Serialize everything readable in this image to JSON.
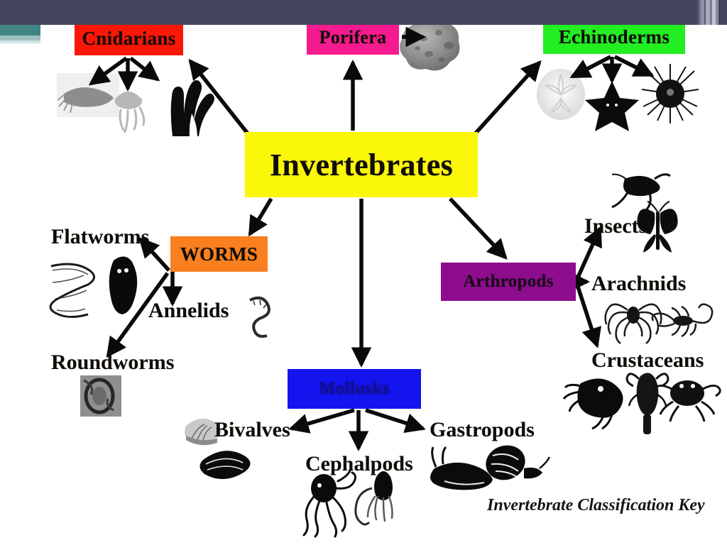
{
  "slide": {
    "caption": "Invertebrate Classification Key",
    "chrome": {
      "top_bar_color": "#43455c",
      "accent_color": "#418484",
      "stripe_colors": [
        "#4a4c63",
        "#6e7086",
        "#8f91a5",
        "#5b5d74",
        "#a9abbd",
        "#7b7d93",
        "#c2c4d2",
        "#898ba0"
      ]
    }
  },
  "diagram": {
    "root": {
      "label": "Invertebrates",
      "color": "#fbf70b",
      "text_color": "#120d08"
    },
    "groups": [
      {
        "id": "cnidarians",
        "label": "Cnidarians",
        "color": "#fa1708",
        "specimens": [
          "hydra-photo",
          "jellyfish-silhouette",
          "coral-silhouette"
        ]
      },
      {
        "id": "porifera",
        "label": "Porifera",
        "color": "#f51a8e",
        "specimens": [
          "sponge-photo"
        ]
      },
      {
        "id": "echinoderms",
        "label": "Echinoderms",
        "color": "#22ee22",
        "specimens": [
          "sand-dollar-photo",
          "starfish-silhouette",
          "sea-urchin-silhouette"
        ]
      },
      {
        "id": "worms",
        "label": "WORMS",
        "color": "#f98020",
        "children": [
          {
            "id": "flatworms",
            "label": "Flatworms",
            "specimens": [
              "tapeworm-drawing",
              "planarian-silhouette"
            ]
          },
          {
            "id": "annelids",
            "label": "Annelids",
            "specimens": [
              "earthworm-drawing"
            ]
          },
          {
            "id": "roundworms",
            "label": "Roundworms",
            "specimens": [
              "nematode-micrograph"
            ]
          }
        ]
      },
      {
        "id": "arthropods",
        "label": "Arthropods",
        "color": "#8e0c8e",
        "children": [
          {
            "id": "insects",
            "label": "Insects",
            "specimens": [
              "grasshopper-silhouette",
              "butterfly-silhouette"
            ]
          },
          {
            "id": "arachnids",
            "label": "Arachnids",
            "specimens": [
              "spider-silhouette",
              "scorpion-silhouette"
            ]
          },
          {
            "id": "crustaceans",
            "label": "Crustaceans",
            "specimens": [
              "shrimp-silhouette",
              "lobster-silhouette",
              "crab-silhouette"
            ]
          }
        ]
      },
      {
        "id": "mollusks",
        "label": "Mollusks",
        "color": "#1414ef",
        "text_color": "#11118f",
        "children": [
          {
            "id": "bivalves",
            "label": "Bivalves",
            "specimens": [
              "scallop-shell",
              "mussel-silhouette"
            ]
          },
          {
            "id": "cephalpods",
            "label": "Cephalpods",
            "specimens": [
              "octopus-silhouette",
              "squid-silhouette"
            ]
          },
          {
            "id": "gastropods",
            "label": "Gastropods",
            "specimens": [
              "slug-silhouette",
              "snail-silhouette"
            ]
          }
        ]
      }
    ]
  }
}
